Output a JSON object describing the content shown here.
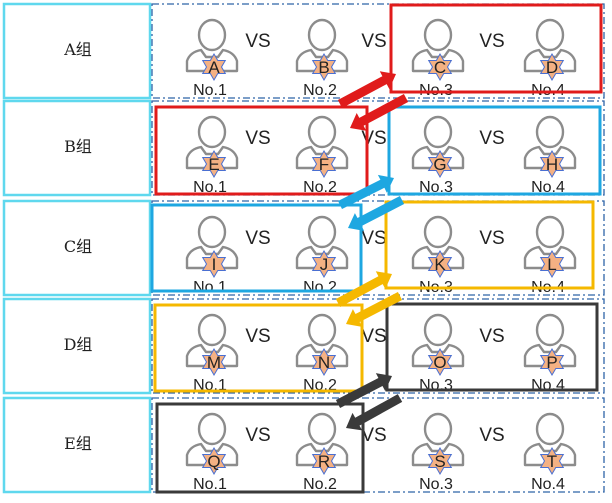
{
  "groups": [
    {
      "label": "A组",
      "players": [
        {
          "letter": "A",
          "no": "No.1"
        },
        {
          "letter": "B",
          "no": "No.2"
        },
        {
          "letter": "C",
          "no": "No.3"
        },
        {
          "letter": "D",
          "no": "No.4"
        }
      ]
    },
    {
      "label": "B组",
      "players": [
        {
          "letter": "E",
          "no": "No.1"
        },
        {
          "letter": "F",
          "no": "No.2"
        },
        {
          "letter": "G",
          "no": "No.3"
        },
        {
          "letter": "H",
          "no": "No.4"
        }
      ]
    },
    {
      "label": "C组",
      "players": [
        {
          "letter": "I",
          "no": "No.1"
        },
        {
          "letter": "J",
          "no": "No.2"
        },
        {
          "letter": "K",
          "no": "No.3"
        },
        {
          "letter": "L",
          "no": "No.4"
        }
      ]
    },
    {
      "label": "D组",
      "players": [
        {
          "letter": "M",
          "no": "No.1"
        },
        {
          "letter": "N",
          "no": "No.2"
        },
        {
          "letter": "O",
          "no": "No.3"
        },
        {
          "letter": "P",
          "no": "No.4"
        }
      ]
    },
    {
      "label": "E组",
      "players": [
        {
          "letter": "Q",
          "no": "No.1"
        },
        {
          "letter": "R",
          "no": "No.2"
        },
        {
          "letter": "S",
          "no": "No.3"
        },
        {
          "letter": "T",
          "no": "No.4"
        }
      ]
    }
  ],
  "vs_label": "VS",
  "colors": {
    "label_border": "#5fd8ee",
    "row_dash": "#2e64a8",
    "red": "#e01b1b",
    "blue": "#1ea7e1",
    "yellow": "#f5b800",
    "black": "#3a3a3a",
    "person": "#8c8c8c",
    "star_fill": "#f4b183",
    "star_stroke": "#4a6fd1"
  },
  "group_bracket_colors": [
    "red",
    "blue",
    "yellow",
    "black"
  ]
}
